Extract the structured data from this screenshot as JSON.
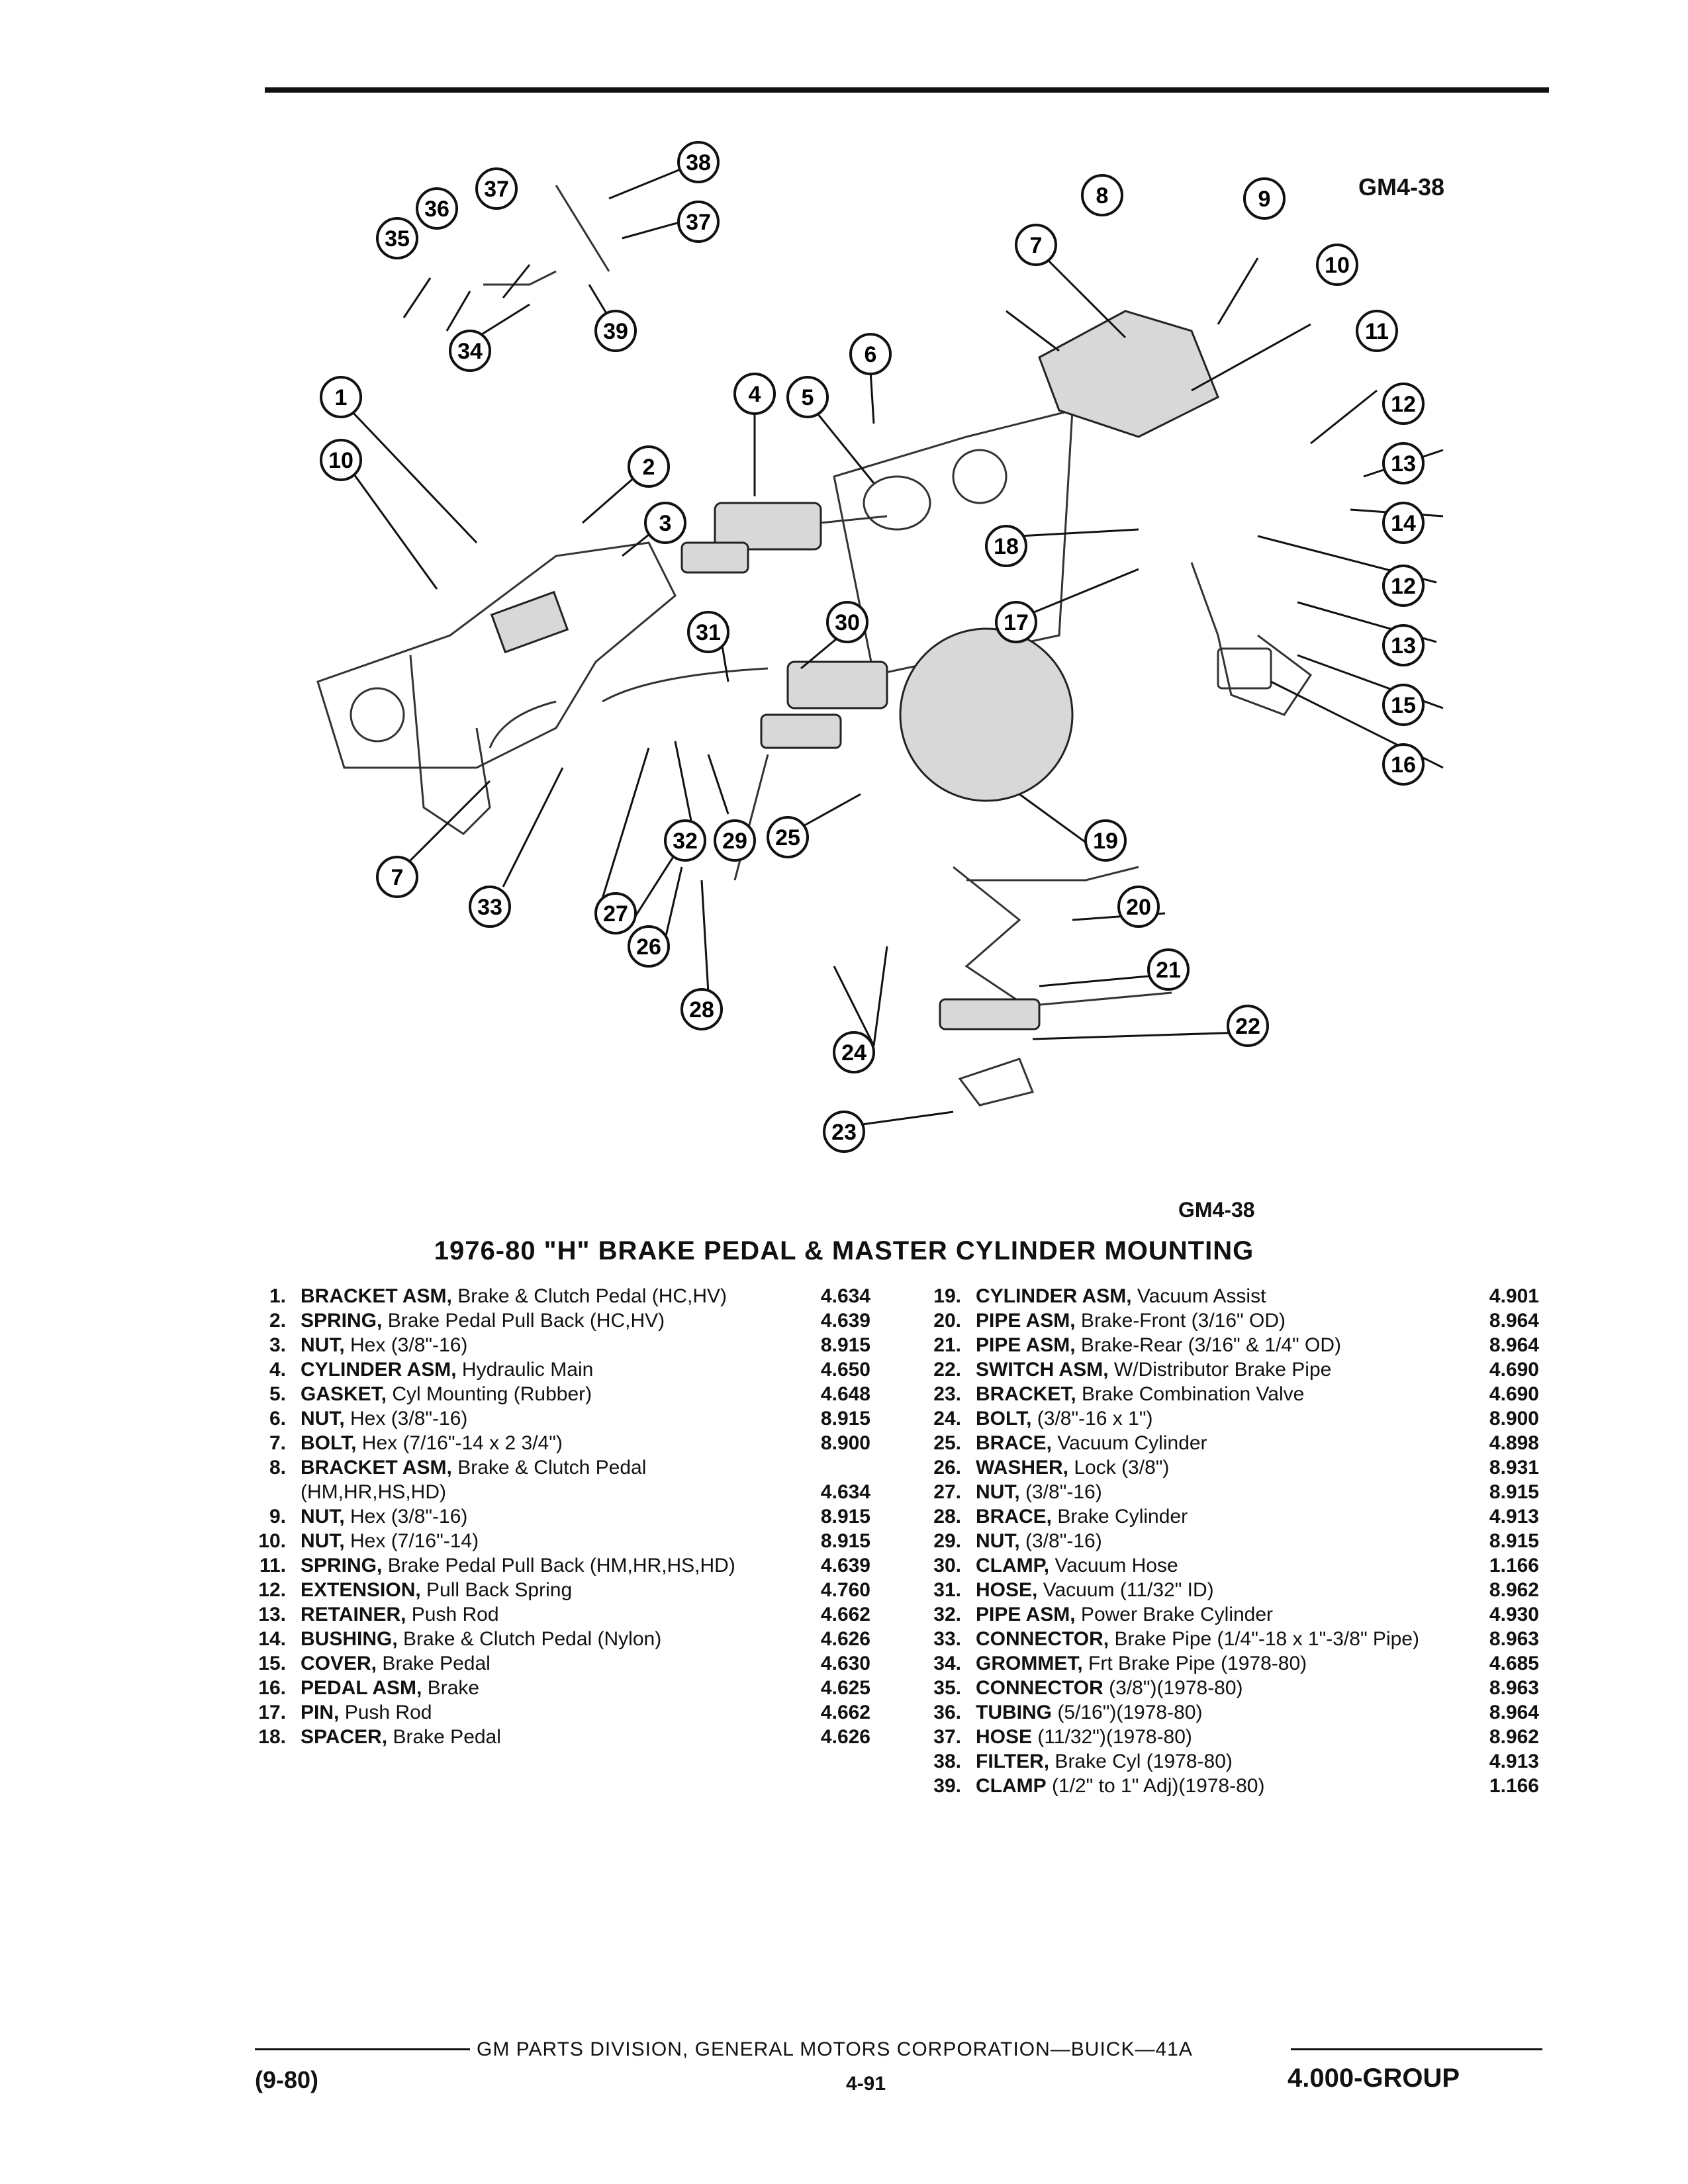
{
  "figure_code": "GM4-38",
  "figure_code_caption": "GM4-38",
  "title": "1976-80 \"H\" BRAKE PEDAL & MASTER CYLINDER MOUNTING",
  "callouts": [
    "1",
    "2",
    "3",
    "4",
    "5",
    "6",
    "7",
    "8",
    "9",
    "10",
    "11",
    "12",
    "13",
    "14",
    "15",
    "16",
    "17",
    "18",
    "19",
    "20",
    "21",
    "22",
    "23",
    "24",
    "25",
    "26",
    "27",
    "28",
    "29",
    "30",
    "31",
    "32",
    "33",
    "34",
    "35",
    "36",
    "37",
    "38",
    "39"
  ],
  "parts_left": [
    {
      "num": "1.",
      "name": "BRACKET ASM,",
      "desc": " Brake & Clutch Pedal (HC,HV)",
      "price": "4.634"
    },
    {
      "num": "2.",
      "name": "SPRING,",
      "desc": " Brake Pedal Pull Back (HC,HV)",
      "price": "4.639"
    },
    {
      "num": "3.",
      "name": "NUT,",
      "desc": " Hex (3/8\"-16)",
      "price": "8.915"
    },
    {
      "num": "4.",
      "name": "CYLINDER ASM,",
      "desc": " Hydraulic Main",
      "price": "4.650"
    },
    {
      "num": "5.",
      "name": "GASKET,",
      "desc": " Cyl Mounting (Rubber)",
      "price": "4.648"
    },
    {
      "num": "6.",
      "name": "NUT,",
      "desc": " Hex (3/8\"-16)",
      "price": "8.915"
    },
    {
      "num": "7.",
      "name": "BOLT,",
      "desc": " Hex (7/16\"-14 x 2 3/4\")",
      "price": "8.900"
    },
    {
      "num": "8.",
      "name": "BRACKET ASM,",
      "desc": " Brake & Clutch Pedal (HM,HR,HS,HD)",
      "price": "4.634"
    },
    {
      "num": "9.",
      "name": "NUT,",
      "desc": " Hex (3/8\"-16)",
      "price": "8.915"
    },
    {
      "num": "10.",
      "name": "NUT,",
      "desc": " Hex (7/16\"-14)",
      "price": "8.915"
    },
    {
      "num": "11.",
      "name": "SPRING,",
      "desc": " Brake Pedal Pull Back (HM,HR,HS,HD)",
      "price": "4.639"
    },
    {
      "num": "12.",
      "name": "EXTENSION,",
      "desc": " Pull Back Spring",
      "price": "4.760"
    },
    {
      "num": "13.",
      "name": "RETAINER,",
      "desc": " Push Rod",
      "price": "4.662"
    },
    {
      "num": "14.",
      "name": "BUSHING,",
      "desc": " Brake & Clutch Pedal (Nylon)",
      "price": "4.626"
    },
    {
      "num": "15.",
      "name": "COVER,",
      "desc": " Brake Pedal",
      "price": "4.630"
    },
    {
      "num": "16.",
      "name": "PEDAL ASM,",
      "desc": " Brake",
      "price": "4.625"
    },
    {
      "num": "17.",
      "name": "PIN,",
      "desc": " Push Rod",
      "price": "4.662"
    },
    {
      "num": "18.",
      "name": "SPACER,",
      "desc": " Brake Pedal",
      "price": "4.626"
    }
  ],
  "parts_right": [
    {
      "num": "19.",
      "name": "CYLINDER ASM,",
      "desc": " Vacuum Assist",
      "price": "4.901"
    },
    {
      "num": "20.",
      "name": "PIPE ASM,",
      "desc": " Brake-Front (3/16\" OD)",
      "price": "8.964"
    },
    {
      "num": "21.",
      "name": "PIPE ASM,",
      "desc": " Brake-Rear (3/16\" & 1/4\" OD)",
      "price": "8.964"
    },
    {
      "num": "22.",
      "name": "SWITCH ASM,",
      "desc": " W/Distributor Brake Pipe",
      "price": "4.690"
    },
    {
      "num": "23.",
      "name": "BRACKET,",
      "desc": " Brake Combination Valve",
      "price": "4.690"
    },
    {
      "num": "24.",
      "name": "BOLT,",
      "desc": " (3/8\"-16 x 1\")",
      "price": "8.900"
    },
    {
      "num": "25.",
      "name": "BRACE,",
      "desc": " Vacuum Cylinder",
      "price": "4.898"
    },
    {
      "num": "26.",
      "name": "WASHER,",
      "desc": " Lock (3/8\")",
      "price": "8.931"
    },
    {
      "num": "27.",
      "name": "NUT,",
      "desc": " (3/8\"-16)",
      "price": "8.915"
    },
    {
      "num": "28.",
      "name": "BRACE,",
      "desc": " Brake Cylinder",
      "price": "4.913"
    },
    {
      "num": "29.",
      "name": "NUT,",
      "desc": " (3/8\"-16)",
      "price": "8.915"
    },
    {
      "num": "30.",
      "name": "CLAMP,",
      "desc": " Vacuum Hose",
      "price": "1.166"
    },
    {
      "num": "31.",
      "name": "HOSE,",
      "desc": " Vacuum (11/32\" ID)",
      "price": "8.962"
    },
    {
      "num": "32.",
      "name": "PIPE ASM,",
      "desc": " Power Brake Cylinder",
      "price": "4.930"
    },
    {
      "num": "33.",
      "name": "CONNECTOR,",
      "desc": " Brake Pipe (1/4\"-18 x 1\"-3/8\" Pipe)",
      "price": "8.963"
    },
    {
      "num": "34.",
      "name": "GROMMET,",
      "desc": " Frt Brake Pipe (1978-80)",
      "price": "4.685"
    },
    {
      "num": "35.",
      "name": "CONNECTOR",
      "desc": " (3/8\")(1978-80)",
      "price": "8.963"
    },
    {
      "num": "36.",
      "name": "TUBING",
      "desc": " (5/16\")(1978-80)",
      "price": "8.964"
    },
    {
      "num": "37.",
      "name": "HOSE",
      "desc": " (11/32\")(1978-80)",
      "price": "8.962"
    },
    {
      "num": "38.",
      "name": "FILTER,",
      "desc": " Brake Cyl (1978-80)",
      "price": "4.913"
    },
    {
      "num": "39.",
      "name": "CLAMP",
      "desc": " (1/2\" to 1\" Adj)(1978-80)",
      "price": "1.166"
    }
  ],
  "footer": {
    "corporation": "GM PARTS DIVISION, GENERAL MOTORS CORPORATION—BUICK—41A",
    "date": "(9-80)",
    "page": "4-91",
    "group": "4.000-GROUP"
  }
}
